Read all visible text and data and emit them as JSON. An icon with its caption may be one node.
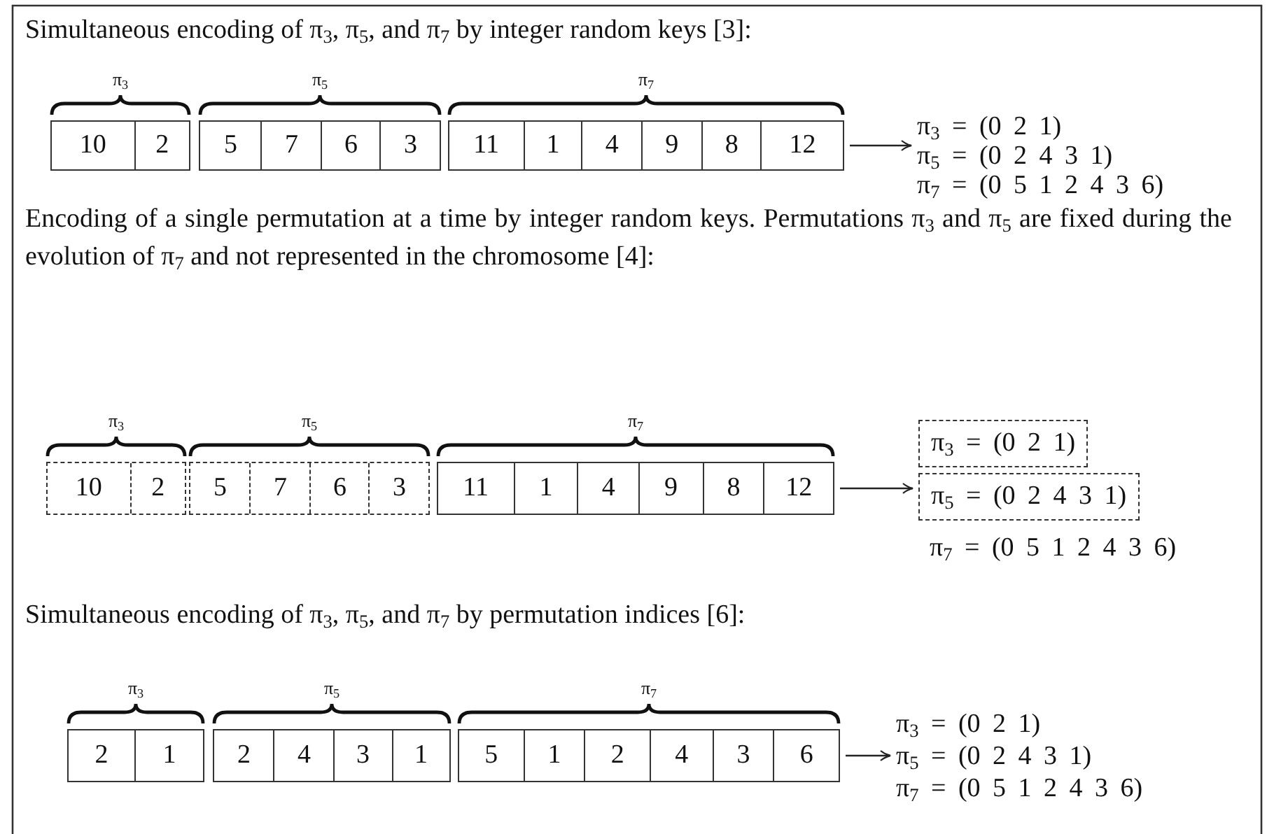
{
  "diagram": {
    "nodes": [
      {
        "text": [
          "π$_{3}$"
        ]
      },
      {
        "text": [
          "10"
        ],
        "in": 0
      },
      {
        "text": [
          "2"
        ],
        "in": 0
      },
      {
        "text": [
          "π$_{5}$"
        ]
      },
      {
        "text": [
          "5"
        ],
        "in": 3
      },
      {
        "text": [
          "7"
        ],
        "in": 3
      },
      {
        "text": [
          "6"
        ],
        "in": 3
      },
      {
        "text": [
          "3"
        ],
        "in": 3
      },
      {
        "text": [
          "π$_{7}$"
        ]
      },
      {
        "text": [
          "11"
        ],
        "in": 8
      },
      {
        "text": [
          "1"
        ],
        "in": 8
      },
      {
        "text": [
          "4"
        ],
        "in": 8
      },
      {
        "text": [
          "9"
        ],
        "in": 8
      },
      {
        "text": [
          "8"
        ],
        "in": 8
      },
      {
        "text": [
          "12"
        ],
        "in": 8
      },
      {
        "text": [
          "π$_{3}$ = (0 2 1)",
          "π$_{5}$ = (0 2 4 3 1)",
          "π$_{7}$ = (0 5 1 2 4 3 6)"
        ]
      },
      {
        "text": [
          "π$_{3}$"
        ]
      },
      {
        "text": [
          "10"
        ],
        "in": 16
      },
      {
        "text": [
          "2"
        ],
        "in": 16
      },
      {
        "text": [
          "π$_{5}$"
        ]
      },
      {
        "text": [
          "5"
        ],
        "in": 19
      },
      {
        "text": [
          "7"
        ],
        "in": 19
      },
      {
        "text": [
          "6"
        ],
        "in": 19
      },
      {
        "text": [
          "3"
        ],
        "in": 19
      },
      {
        "text": [
          "π$_{7}$"
        ]
      },
      {
        "text": [
          "11"
        ],
        "in": 24
      },
      {
        "text": [
          "1"
        ],
        "in": 24
      },
      {
        "text": [
          "4"
        ],
        "in": 24
      },
      {
        "text": [
          "9"
        ],
        "in": 24
      },
      {
        "text": [
          "8"
        ],
        "in": 24
      },
      {
        "text": [
          "12"
        ],
        "in": 24
      },
      {
        "text": [
          "π$_{3}$ = (0 2 1)",
          "π$_{5}$ = (0 2 4 3 1)",
          "π$_{7}$ = (0 5 1 2 4 3 6)"
        ]
      },
      {
        "text": [
          "π$_{3}$"
        ]
      },
      {
        "text": [
          "2"
        ],
        "in": 32
      },
      {
        "text": [
          "1"
        ],
        "in": 32
      },
      {
        "text": [
          "π$_{5}$"
        ]
      },
      {
        "text": [
          "2"
        ],
        "in": 35
      },
      {
        "text": [
          "4"
        ],
        "in": 35
      },
      {
        "text": [
          "3"
        ],
        "in": 35
      },
      {
        "text": [
          "1"
        ],
        "in": 35
      },
      {
        "text": [
          "π$_{7}$"
        ]
      },
      {
        "text": [
          "5"
        ],
        "in": 40
      },
      {
        "text": [
          "1"
        ],
        "in": 40
      },
      {
        "text": [
          "2"
        ],
        "in": 40
      },
      {
        "text": [
          "4"
        ],
        "in": 40
      },
      {
        "text": [
          "3"
        ],
        "in": 40
      },
      {
        "text": [
          "6"
        ],
        "in": 40
      },
      {
        "text": [
          "π$_{3}$ = (0 2 1)",
          "π$_{5}$ = (0 2 4 3 1)",
          "π$_{7}$ = (0 5 1 2 4 3 6)"
        ]
      }
    ],
    "edges": [
      {
        "from": 8,
        "to": 15,
        "arrow": "to"
      },
      {
        "from": 24,
        "to": 31,
        "arrow": "to"
      },
      {
        "from": 40,
        "to": 47,
        "arrow": "to"
      }
    ],
    "labels": [
      "Simultaneous encoding of π$_{3}$, π$_{5}$, and π$_{7}$ by integer random keys [3]:",
      "Encoding of a single permutation at a time by integer random keys. Permutations π$_{3}$ and π$_{5}$ are fixed during the evolution of π$_{7}$ and not represented in the chromosome [4]:",
      "Simultaneous encoding of π$_{3}$, π$_{5}$, and π$_{7}$ by permutation indices [6]:"
    ]
  }
}
